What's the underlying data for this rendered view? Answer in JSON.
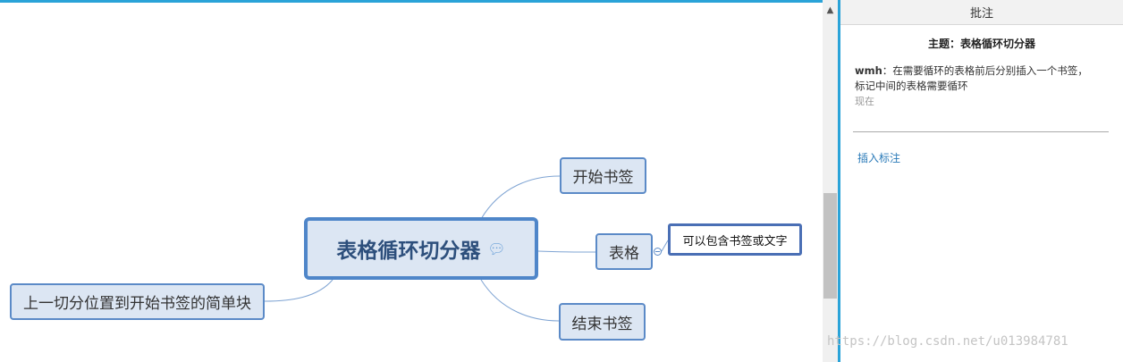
{
  "mindmap": {
    "central": {
      "title": "表格循环切分器",
      "icon": "comment-icon"
    },
    "topics": {
      "start_bookmark": "开始书签",
      "table": "表格",
      "end_bookmark": "结束书签",
      "previous_block": "上一切分位置到开始书签的简单块"
    },
    "floating_label": "可以包含书签或文字"
  },
  "comments_panel": {
    "header": "批注",
    "topic_label": "主题：",
    "topic_name": "表格循环切分器",
    "comment": {
      "author": "wmh",
      "separator": "：",
      "text": "在需要循环的表格前后分别插入一个书签，标记中间的表格需要循环",
      "time": "现在"
    },
    "insert_link": "插入标注"
  },
  "watermark": "https://blog.csdn.net/u013984781",
  "colors": {
    "accent_border": "#2aa3d8",
    "topic_fill": "#dce6f3",
    "topic_border": "#5b8ac7",
    "central_border": "#4f86c9",
    "link_text": "#2a7ab8"
  }
}
